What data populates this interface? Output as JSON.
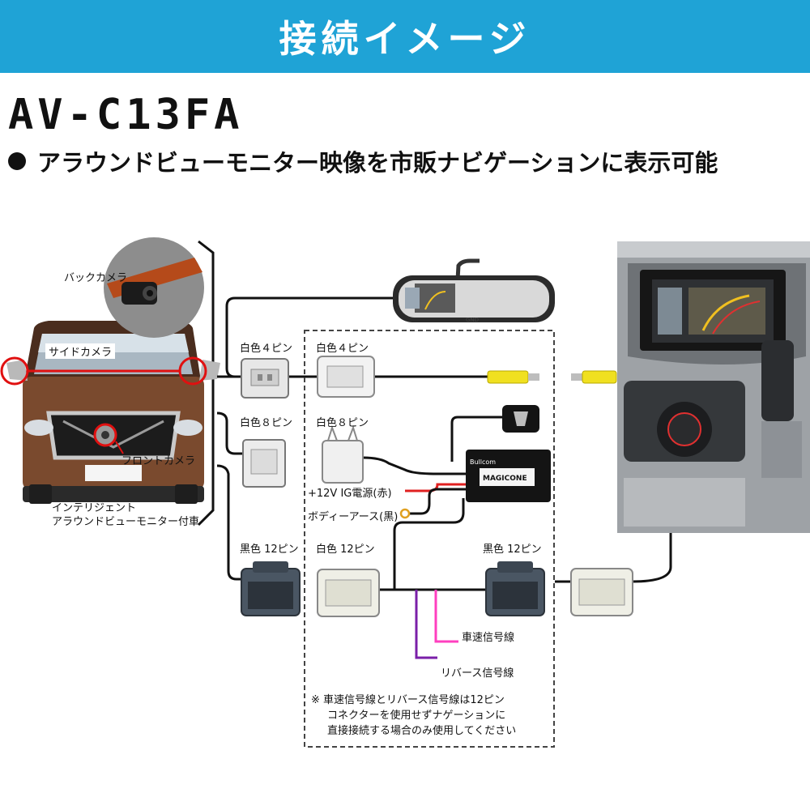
{
  "header": {
    "title": "接続イメージ"
  },
  "product": {
    "model": "AV-C13FA",
    "description": "アラウンドビューモニター映像を市販ナビゲーションに表示可能"
  },
  "labels": {
    "back_camera": "バックカメラ",
    "side_camera": "サイドカメラ",
    "front_camera": "フロントカメラ",
    "vehicle_line1": "インテリジェント",
    "vehicle_line2": "アラウンドビューモニター付車",
    "white4_left": "白色４ピン",
    "white4_right": "白色４ピン",
    "white8_left": "白色８ピン",
    "white8_right": "白色８ピン",
    "black12_left": "黒色 12ピン",
    "white12": "白色 12ピン",
    "black12_right": "黒色 12ピン",
    "power": "+12V IG電源(赤)",
    "ground": "ボディーアース(黒)",
    "speed_signal": "車速信号線",
    "reverse_signal": "リバース信号線",
    "device_brand": "Bullcom",
    "device_name": "MAGICONE",
    "mirror_text": "GND"
  },
  "note": {
    "line1": "※ 車速信号線とリバース信号線は12ピン",
    "line2": "コネクターを使用せずナゲーションに",
    "line3": "直接接続する場合のみ使用してください"
  },
  "colors": {
    "banner": "#1fa3d6",
    "power_wire": "#e02020",
    "ground_ring": "#e0a020",
    "speed_wire": "#ff3fbf",
    "reverse_wire": "#7a1fa8",
    "rca_yellow": "#f0e020",
    "highlight_red": "#e01010"
  }
}
